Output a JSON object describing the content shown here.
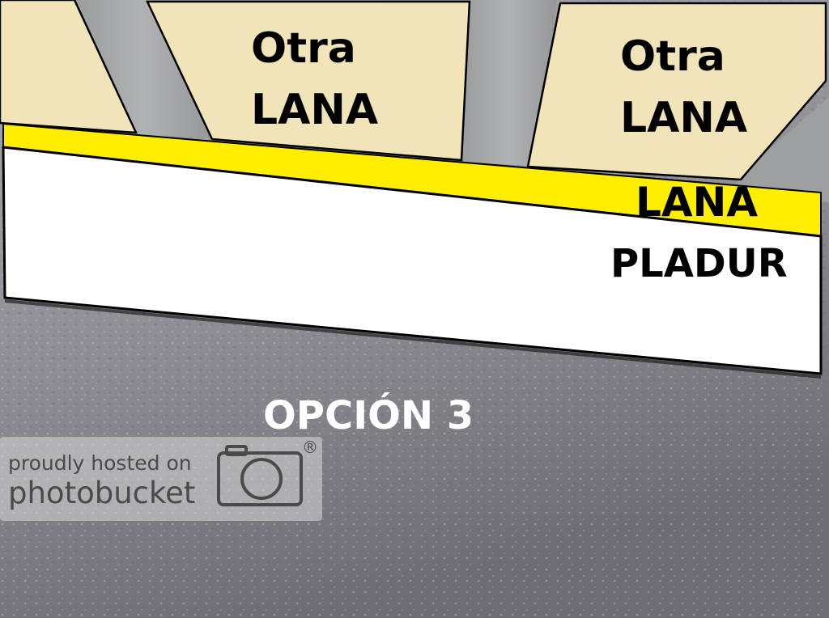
{
  "diagram": {
    "labels": {
      "otra_lana_left": [
        "Otra",
        "LANA"
      ],
      "otra_lana_right": [
        "Otra",
        "LANA"
      ],
      "lana": "LANA",
      "pladur": "PLADUR",
      "option": "OPCIÓN 3"
    },
    "colors": {
      "insulation_panel": "#f0e4b8",
      "lana_strip": "#ffee00",
      "pladur_board": "#ffffff",
      "beam": "#a5a7a8",
      "ceiling": "#8e8e94",
      "outline": "#000000"
    }
  },
  "watermark": {
    "line1": "proudly hosted on",
    "line2": "photobucket",
    "icon": "camera-icon",
    "registered": "®"
  }
}
